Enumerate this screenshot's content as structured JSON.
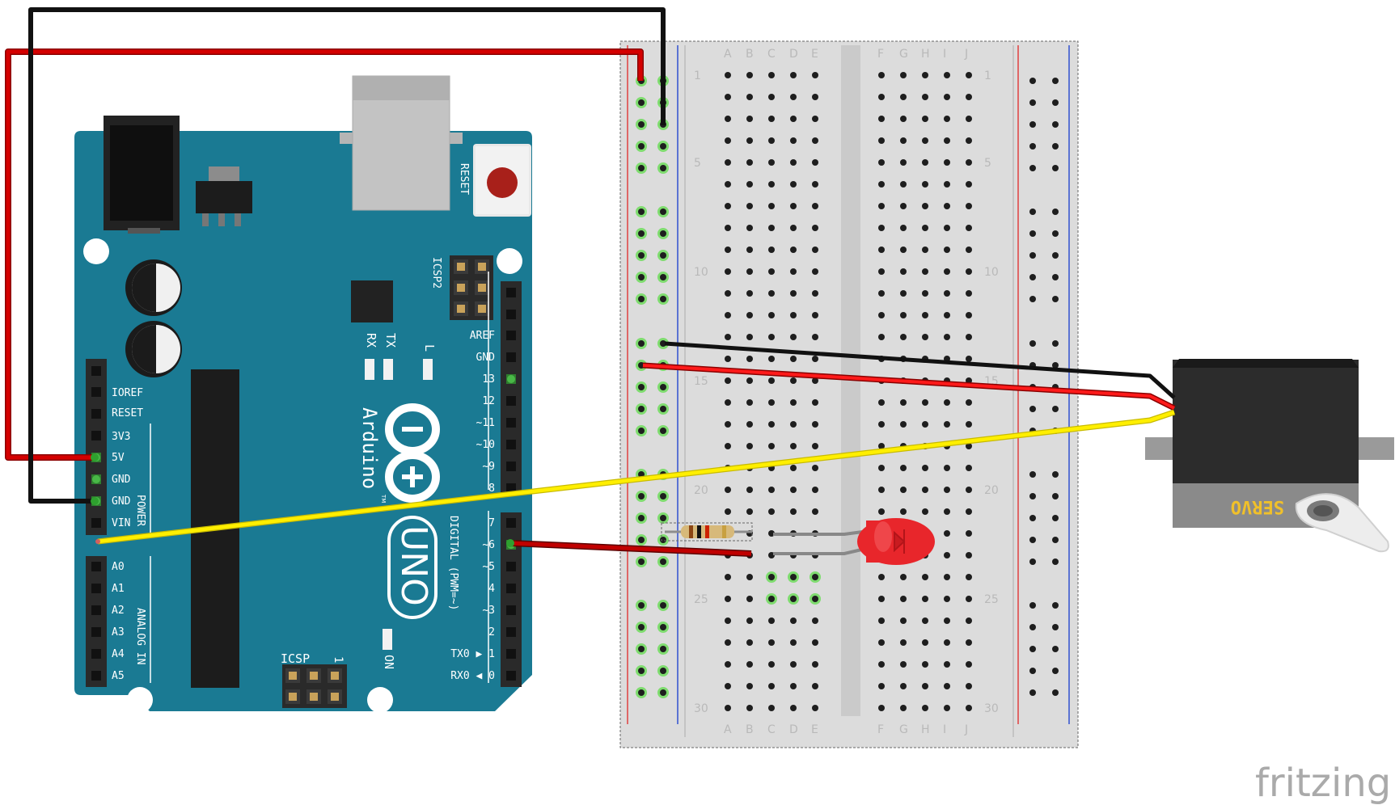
{
  "arduino": {
    "reset": "RESET",
    "icsp2": "ICSP2",
    "icsp": "ICSP",
    "icsp_pin1": "1",
    "tx": "TX",
    "rx": "RX",
    "l": "L",
    "on": "ON",
    "brand": "Arduino",
    "tm": "TM",
    "model": "UNO",
    "power_label": "POWER",
    "analog_label": "ANALOG IN",
    "digital_label": "DIGITAL (PWM=~)",
    "power_pins": [
      "IOREF",
      "RESET",
      "3V3",
      "5V",
      "GND",
      "GND",
      "VIN"
    ],
    "analog_pins": [
      "A0",
      "A1",
      "A2",
      "A3",
      "A4",
      "A5"
    ],
    "digital_top": [
      "AREF",
      "GND",
      "13",
      "12",
      "~11",
      "~10",
      "~9",
      "8"
    ],
    "digital_bottom": [
      "7",
      "~6",
      "~5",
      "4",
      "~3",
      "2",
      "TX0 ▶ 1",
      "RX0 ◀ 0"
    ]
  },
  "breadboard": {
    "columns_left": [
      "A",
      "B",
      "C",
      "D",
      "E"
    ],
    "columns_right": [
      "F",
      "G",
      "H",
      "I",
      "J"
    ],
    "row_numbers": [
      "1",
      "5",
      "10",
      "15",
      "20",
      "25",
      "30"
    ]
  },
  "servo": {
    "label": "SERVO"
  },
  "watermark": "fritzing",
  "colors": {
    "board": "#1a7a93",
    "wire_red": "#d40000",
    "wire_black": "#111111",
    "wire_yellow": "#ffef00",
    "led": "#e8262b"
  }
}
